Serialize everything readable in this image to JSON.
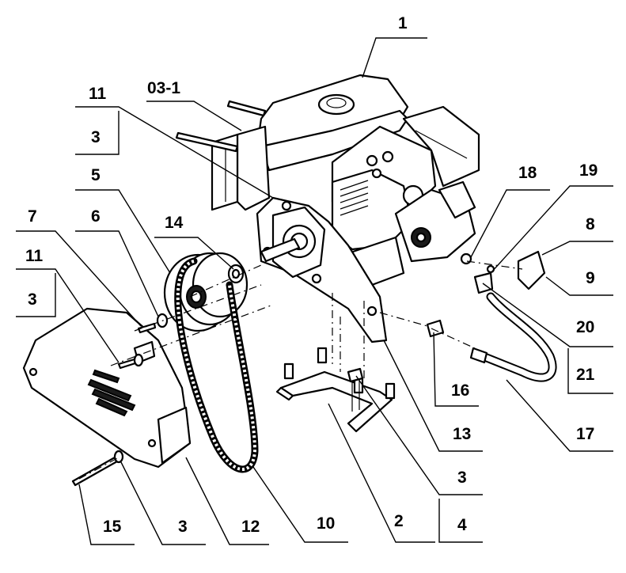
{
  "callouts": [
    {
      "id": "c1",
      "text": "1"
    },
    {
      "id": "c03",
      "text": "03-1"
    },
    {
      "id": "c11a",
      "text": "11"
    },
    {
      "id": "c3a",
      "text": "3"
    },
    {
      "id": "c5",
      "text": "5"
    },
    {
      "id": "c7",
      "text": "7"
    },
    {
      "id": "c6",
      "text": "6"
    },
    {
      "id": "c14",
      "text": "14"
    },
    {
      "id": "c11b",
      "text": "11"
    },
    {
      "id": "c3b",
      "text": "3"
    },
    {
      "id": "c18",
      "text": "18"
    },
    {
      "id": "c19",
      "text": "19"
    },
    {
      "id": "c8",
      "text": "8"
    },
    {
      "id": "c9",
      "text": "9"
    },
    {
      "id": "c20",
      "text": "20"
    },
    {
      "id": "c21",
      "text": "21"
    },
    {
      "id": "c16",
      "text": "16"
    },
    {
      "id": "c13",
      "text": "13"
    },
    {
      "id": "c17",
      "text": "17"
    },
    {
      "id": "c3c",
      "text": "3"
    },
    {
      "id": "c4",
      "text": "4"
    },
    {
      "id": "c2",
      "text": "2"
    },
    {
      "id": "c10",
      "text": "10"
    },
    {
      "id": "c12",
      "text": "12"
    },
    {
      "id": "c3d",
      "text": "3"
    },
    {
      "id": "c15",
      "text": "15"
    }
  ]
}
